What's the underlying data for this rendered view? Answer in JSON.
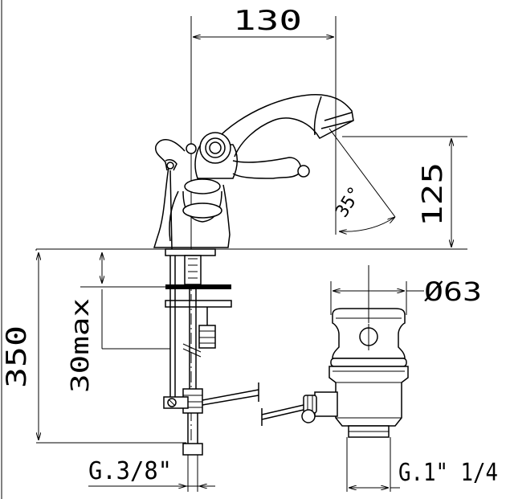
{
  "dimensions": {
    "width_label": "130",
    "height_label": "125",
    "angle_label": "35°",
    "total_height_label": "350",
    "max_thickness_label": "30max",
    "diameter_label": "Ø63",
    "connection_label": "G.3/8\"",
    "waste_thread_label": "G.1\" 1/4"
  },
  "colors": {
    "line": "#000000",
    "background": "#ffffff"
  }
}
